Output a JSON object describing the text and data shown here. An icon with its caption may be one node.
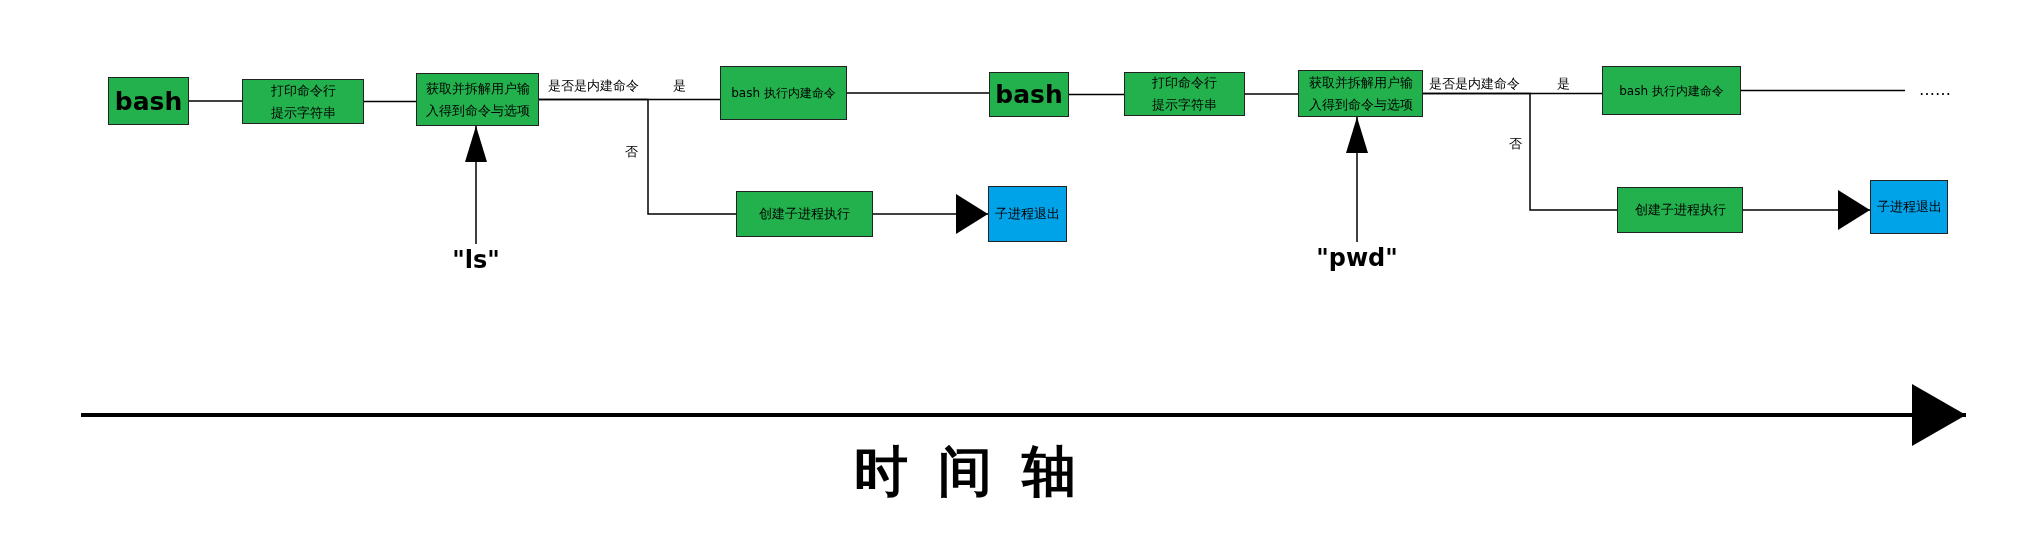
{
  "diagram": {
    "nodes": [
      {
        "text": [
          "bash"
        ]
      },
      {
        "text": [
          "打印命令行提示字符串"
        ]
      },
      {
        "text": [
          "获取并拆解用户输入得到命令与选项"
        ]
      },
      {
        "text": [
          "bash 执行内建命令"
        ]
      },
      {
        "text": [
          "bash"
        ]
      },
      {
        "text": [
          "打印命令行提示字符串"
        ]
      },
      {
        "text": [
          "获取并拆解用户输入得到命令与选项"
        ]
      },
      {
        "text": [
          "bash 执行内建命令"
        ]
      },
      {
        "text": [
          "创建子进程执行"
        ]
      },
      {
        "text": [
          "子进程退出"
        ]
      },
      {
        "text": [
          "\"ls\""
        ]
      },
      {
        "text": [
          "创建子进程执行"
        ]
      },
      {
        "text": [
          "子进程退出"
        ]
      },
      {
        "text": [
          "\"pwd\""
        ]
      },
      {
        "text": [
          "……"
        ]
      }
    ],
    "edges": [
      {
        "from": 0,
        "to": 1,
        "arrow": "none"
      },
      {
        "from": 1,
        "to": 2,
        "arrow": "none"
      },
      {
        "from": 2,
        "to": 3,
        "arrow": "none",
        "label": "是"
      },
      {
        "from": 2,
        "to": 8,
        "arrow": "none",
        "label": "否"
      },
      {
        "from": 3,
        "to": 4,
        "arrow": "none"
      },
      {
        "from": 4,
        "to": 5,
        "arrow": "none"
      },
      {
        "from": 5,
        "to": 6,
        "arrow": "none"
      },
      {
        "from": 6,
        "to": 7,
        "arrow": "none",
        "label": "是"
      },
      {
        "from": 6,
        "to": 11,
        "arrow": "none",
        "label": "否"
      },
      {
        "from": 7,
        "to": 14,
        "arrow": "none"
      },
      {
        "from": 8,
        "to": 9,
        "arrow": "to"
      },
      {
        "from": 11,
        "to": 12,
        "arrow": "to"
      },
      {
        "from": 10,
        "to": 2,
        "arrow": "to"
      },
      {
        "from": 13,
        "to": 6,
        "arrow": "to"
      }
    ],
    "labels": [
      "是否是内建命令",
      "是否是内建命令",
      "时间轴"
    ]
  }
}
